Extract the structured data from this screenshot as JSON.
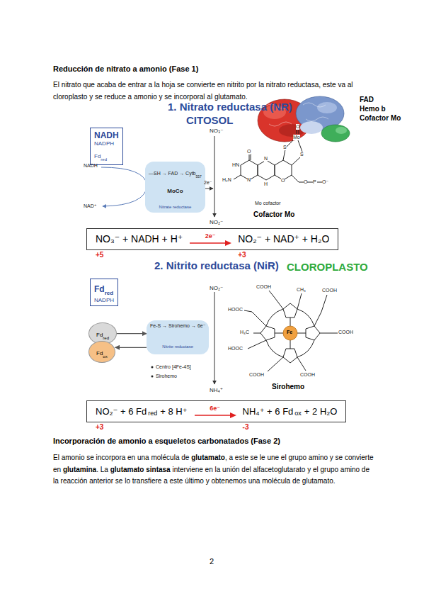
{
  "diagram": {
    "nodes": [
      {
        "text": [
          "NADH",
          "NADPH",
          "Fd",
          "red"
        ]
      },
      {
        "text": [
          "—SH → FAD → Cytb",
          "557",
          "MoCo",
          "Nitrate reductase"
        ]
      },
      {
        "text": [
          "NO₃⁻ + NADH + H⁺",
          "2e⁻",
          "NO₂⁻ + NAD⁺ + H₂O"
        ]
      },
      {
        "text": [
          "Fd",
          "red",
          "NADPH"
        ]
      },
      {
        "text": [
          "Fd",
          "red"
        ]
      },
      {
        "text": [
          "Fd",
          "ox"
        ]
      },
      {
        "text": [
          "Fe-S → Sirohemo → 6e⁻",
          "Nitrite reductase"
        ]
      },
      {
        "text": [
          "NO₂⁻ + 6 Fd",
          "red",
          "+ 8 H⁺",
          "6e⁻",
          "NH₄⁺ + 6 Fd",
          "ox",
          "+ 2 H₂O"
        ]
      }
    ],
    "edges": [
      {
        "from": 4,
        "to": 6,
        "arrow": "to"
      },
      {
        "from": 6,
        "to": 5,
        "arrow": "to"
      }
    ],
    "labels": [
      "Reducción de nitrato a amonio (Fase 1)",
      "El nitrato que acaba de entrar a la hoja se convierte en nitrito por la nitrato reductasa, este va al cloroplasto y se reduce a amonio y se incorporal al glutamato.",
      "1. Nitrato reductasa (NR)",
      "CITOSOL",
      "FAD",
      "Hemo b",
      "Cofactor Mo",
      "NO₃⁻",
      "NADH",
      "NAD⁺",
      "2e⁻",
      "NO₂⁻",
      "O",
      "HN",
      "H₂N",
      "N",
      "N",
      "H",
      "S",
      "Mo",
      "O",
      "S",
      "O",
      "O",
      "P",
      "O⁻",
      "Mo cofactor",
      "Cofactor Mo",
      "+5",
      "+3",
      "2. Nitrito reductasa (NiR)",
      "CLOROPLASTO",
      "NO₂⁻",
      "Centro [4Fe-4S]",
      "Sirohemo",
      "NH₄⁺",
      "COOH",
      "CH₃",
      "COOH",
      "HOOC",
      "H₃C",
      "COOH",
      "HOOC",
      "Fe",
      "COOH",
      "COOH",
      "Sirohemo",
      "+3",
      "-3",
      "Incorporación de amonio a esqueletos carbonatados (Fase 2)",
      "El amonio se incorpora en una molécula de",
      "glutamato",
      ", a este se le une el grupo amino y se convierte en",
      "glutamina",
      ". La",
      "glutamato sintasa",
      "interviene en la unión del alfacetoglutarato y el grupo amino de la reacción anterior se lo transfiere a este último y obtenemos una molécula de glutamato.",
      "2"
    ]
  }
}
